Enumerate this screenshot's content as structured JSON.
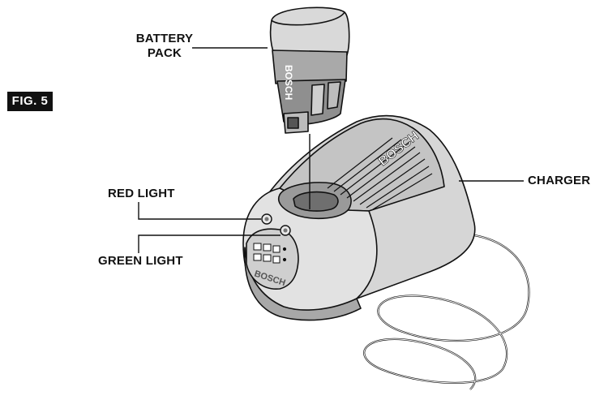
{
  "figure": {
    "label": "FIG. 5"
  },
  "callouts": {
    "battery_pack_line1": "BATTERY",
    "battery_pack_line2": "PACK",
    "charger": "CHARGER",
    "red_light": "RED LIGHT",
    "green_light": "GREEN LIGHT"
  },
  "brand": {
    "battery_logo": "BOSCH",
    "charger_top_logo": "BOSCH",
    "charger_front_logo": "BOSCH"
  },
  "colors": {
    "line": "#111111",
    "body_light": "#d9d9d9",
    "body_mid": "#bdbdbd",
    "body_dark": "#8c8c8c",
    "badge_bg": "#111111"
  }
}
